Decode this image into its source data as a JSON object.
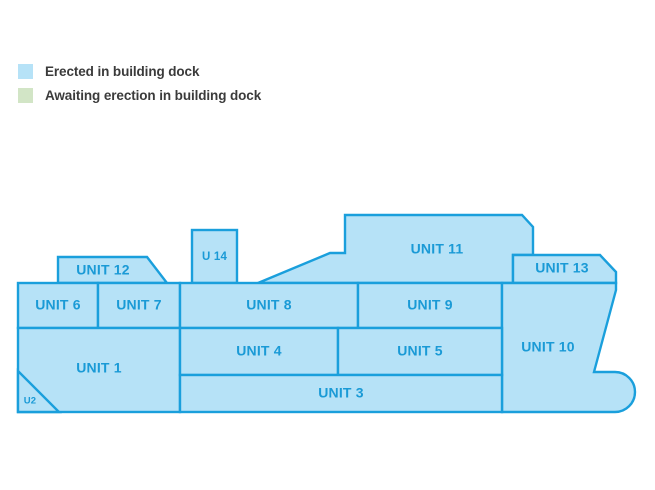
{
  "legend": {
    "items": [
      {
        "label": "Erected in building dock",
        "color": "#b6e2f7",
        "swatch_name": "legend-swatch-erected"
      },
      {
        "label": "Awaiting erection in building dock",
        "color": "#d2e5c6",
        "swatch_name": "legend-swatch-awaiting"
      }
    ]
  },
  "diagram": {
    "title": "ship-block-assembly-diagram",
    "fill_color": "#b6e2f7",
    "stroke_color": "#1a9fdc",
    "text_color": "#1a9ad6",
    "units": [
      {
        "id": "unit-12",
        "label": "UNIT 12",
        "size": "normal"
      },
      {
        "id": "unit-14",
        "label": "U 14",
        "size": "small"
      },
      {
        "id": "unit-11",
        "label": "UNIT 11",
        "size": "normal"
      },
      {
        "id": "unit-13",
        "label": "UNIT 13",
        "size": "normal"
      },
      {
        "id": "unit-6",
        "label": "UNIT 6",
        "size": "normal"
      },
      {
        "id": "unit-7",
        "label": "UNIT 7",
        "size": "normal"
      },
      {
        "id": "unit-8",
        "label": "UNIT 8",
        "size": "normal"
      },
      {
        "id": "unit-9",
        "label": "UNIT 9",
        "size": "normal"
      },
      {
        "id": "unit-10",
        "label": "UNIT 10",
        "size": "normal"
      },
      {
        "id": "unit-1",
        "label": "UNIT 1",
        "size": "normal"
      },
      {
        "id": "unit-4",
        "label": "UNIT 4",
        "size": "normal"
      },
      {
        "id": "unit-5",
        "label": "UNIT 5",
        "size": "normal"
      },
      {
        "id": "unit-3",
        "label": "UNIT 3",
        "size": "normal"
      },
      {
        "id": "unit-2",
        "label": "U2",
        "size": "tiny"
      }
    ]
  }
}
